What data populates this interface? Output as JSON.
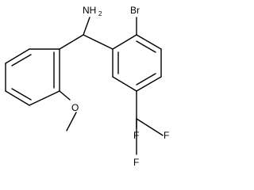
{
  "molecule": {
    "labels": {
      "amine_n": "NH",
      "amine_sub": "2",
      "bromine": "Br",
      "oxygen": "O",
      "fluorine_top": "F",
      "fluorine_right": "F",
      "fluorine_bottom": "F"
    }
  }
}
